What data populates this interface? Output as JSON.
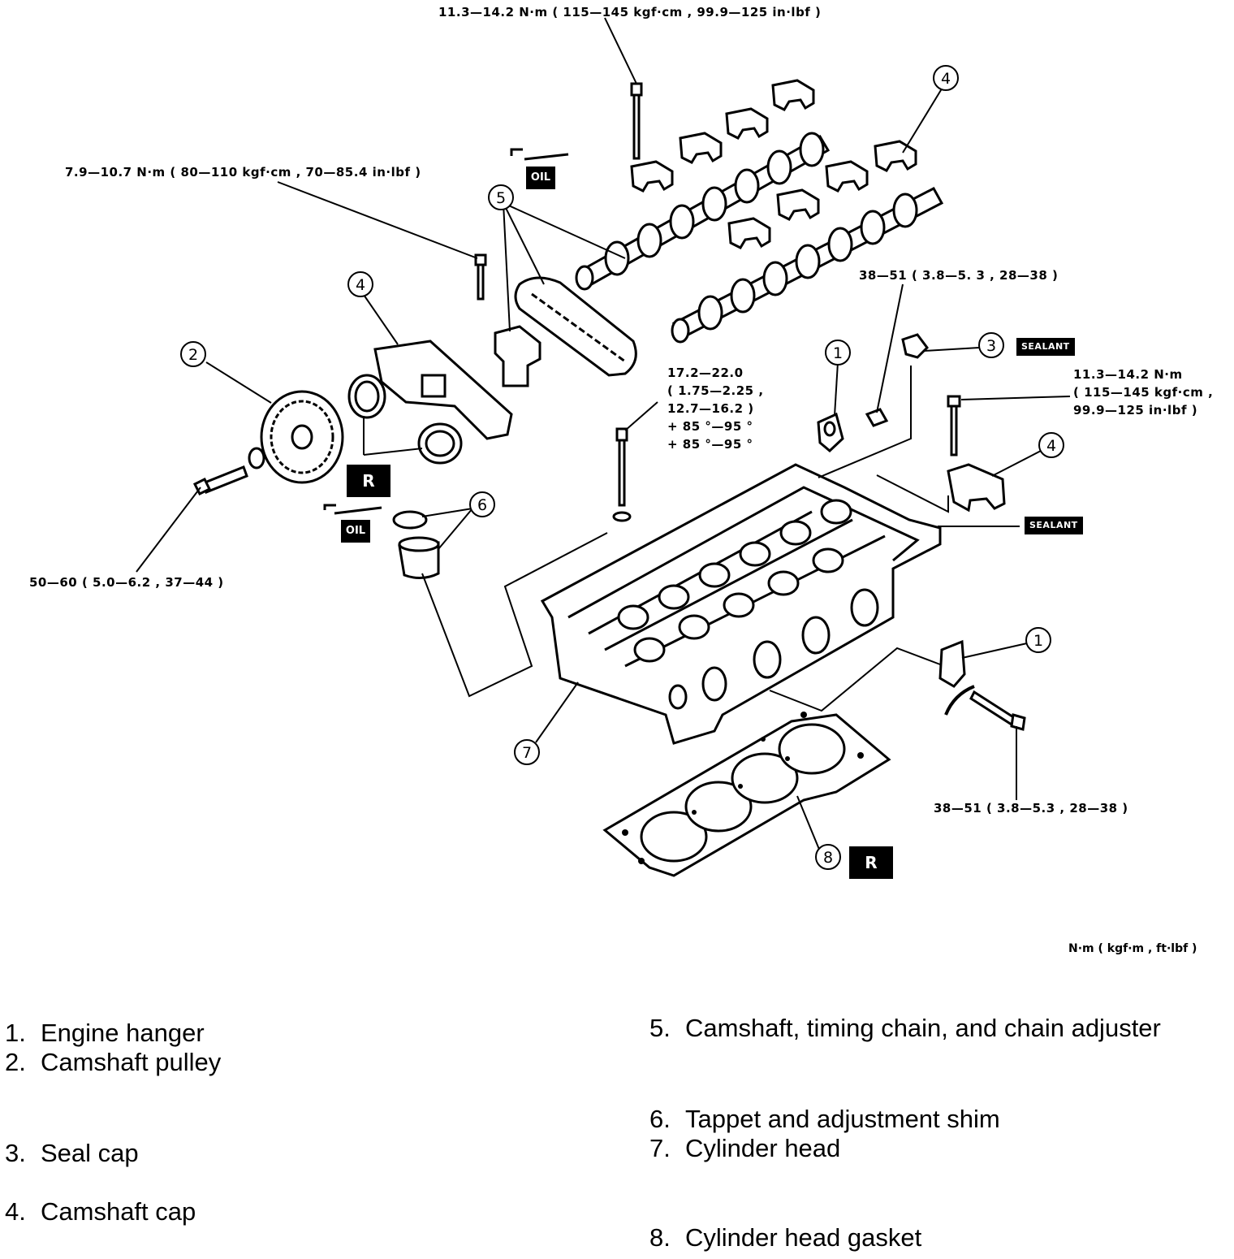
{
  "torques": {
    "top": "11.3—14.2 N·m ( 115—145 kgf·cm , 99.9—125 in·lbf )",
    "left_bolt": "7.9—10.7 N·m ( 80—110 kgf·cm , 70—85.4 in·lbf )",
    "seal_plug": "38—51 ( 3.8—5. 3 , 28—38 )",
    "head_bolt_line1": "17.2—22.0",
    "head_bolt_line2": "( 1.75—2.25 ,",
    "head_bolt_line3": "12.7—16.2 )",
    "head_bolt_line4": "+ 85 °—95 °",
    "head_bolt_line5": "+ 85 °—95 °",
    "right_line1": "11.3—14.2 N·m",
    "right_line2": "( 115—145 kgf·cm ,",
    "right_line3": "99.9—125 in·lbf )",
    "pulley_bolt": "50—60 ( 5.0—6.2 , 37—44 )",
    "hanger_bolt": "38—51 ( 3.8—5.3 , 28—38 )"
  },
  "badges": {
    "replace": "R",
    "sealant": "SEALANT",
    "oil": "OIL"
  },
  "callouts": [
    "1",
    "2",
    "3",
    "4",
    "5",
    "6",
    "7",
    "8"
  ],
  "units_note": "N·m ( kgf·m , ft·lbf )",
  "legend": [
    {
      "num": "1.",
      "label": "Engine hanger"
    },
    {
      "num": "2.",
      "label": "Camshaft pulley"
    },
    {
      "num": "3.",
      "label": "Seal cap"
    },
    {
      "num": "4.",
      "label": "Camshaft cap"
    },
    {
      "num": "5.",
      "label": "Camshaft, timing chain, and chain adjuster"
    },
    {
      "num": "6.",
      "label": "Tappet and adjustment shim"
    },
    {
      "num": "7.",
      "label": "Cylinder head"
    },
    {
      "num": "8.",
      "label": "Cylinder head gasket"
    }
  ]
}
